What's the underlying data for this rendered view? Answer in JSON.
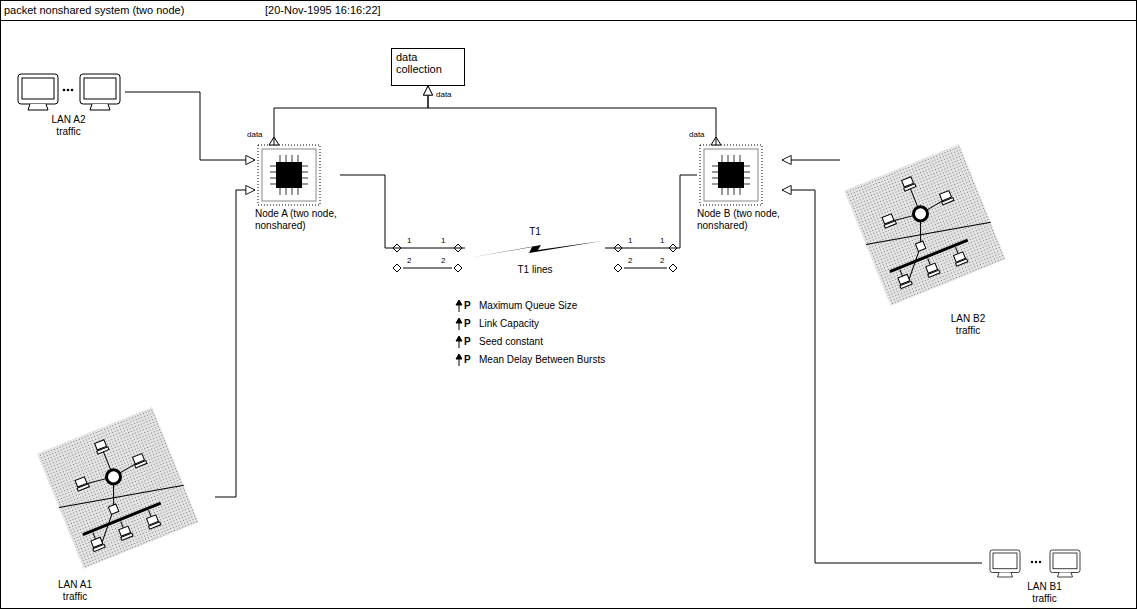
{
  "diagram": {
    "title": "packet nonshared system (two node)",
    "nodes": [
      {
        "text": [
          "data collection"
        ]
      },
      {
        "text": [
          "LAN A2 traffic"
        ]
      },
      {
        "text": [
          "Node A (two node, nonshared)"
        ]
      },
      {
        "text": [
          "T1",
          "T1 lines"
        ]
      },
      {
        "text": [
          "Node B (two node, nonshared)"
        ]
      },
      {
        "text": [
          "LAN B2 traffic"
        ]
      },
      {
        "text": [
          "LAN A1 traffic"
        ]
      },
      {
        "text": [
          "LAN B1 traffic"
        ]
      }
    ],
    "edges": [
      {
        "from": 2,
        "to": 0,
        "arrow": "to"
      },
      {
        "from": 4,
        "to": 0,
        "arrow": "to"
      },
      {
        "from": 1,
        "to": 2,
        "arrow": "to"
      },
      {
        "from": 6,
        "to": 2,
        "arrow": "to"
      },
      {
        "from": 2,
        "to": 3,
        "arrow": "none"
      },
      {
        "from": 3,
        "to": 4,
        "arrow": "none"
      },
      {
        "from": 5,
        "to": 4,
        "arrow": "to"
      },
      {
        "from": 7,
        "to": 4,
        "arrow": "to"
      }
    ],
    "labels": [
      "[20-Nov-1995 16:16:22]",
      "data",
      "data",
      "data",
      "1",
      "1",
      "2",
      "2",
      "1",
      "1",
      "2",
      "2",
      "P",
      "Maximum Queue Size",
      "P",
      "Link Capacity",
      "P",
      "Seed constant",
      "P",
      "Mean Delay Between Bursts"
    ]
  }
}
